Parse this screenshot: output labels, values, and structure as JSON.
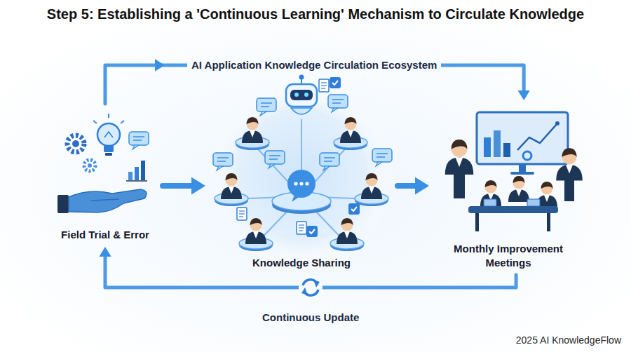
{
  "diagram": {
    "title": "Step 5: Establishing a 'Continuous Learning' Mechanism to Circulate Knowledge",
    "nodes": [
      {
        "text": [
          "Field Trial & Error"
        ]
      },
      {
        "text": [
          "Knowledge Sharing"
        ]
      },
      {
        "text": [
          "Monthly Improvement Meetings"
        ]
      }
    ],
    "edges": [
      {
        "from": 0,
        "to": 1,
        "arrow": "to"
      },
      {
        "from": 1,
        "to": 2,
        "arrow": "to"
      },
      {
        "from": 0,
        "to": 2,
        "label": "AI Application Knowledge Circulation Ecosystem",
        "arrow": "to"
      },
      {
        "from": 2,
        "to": 0,
        "label": "Continuous Update",
        "arrow": "to"
      }
    ],
    "labels": [
      "2025 AI KnowledgeFlow"
    ]
  }
}
